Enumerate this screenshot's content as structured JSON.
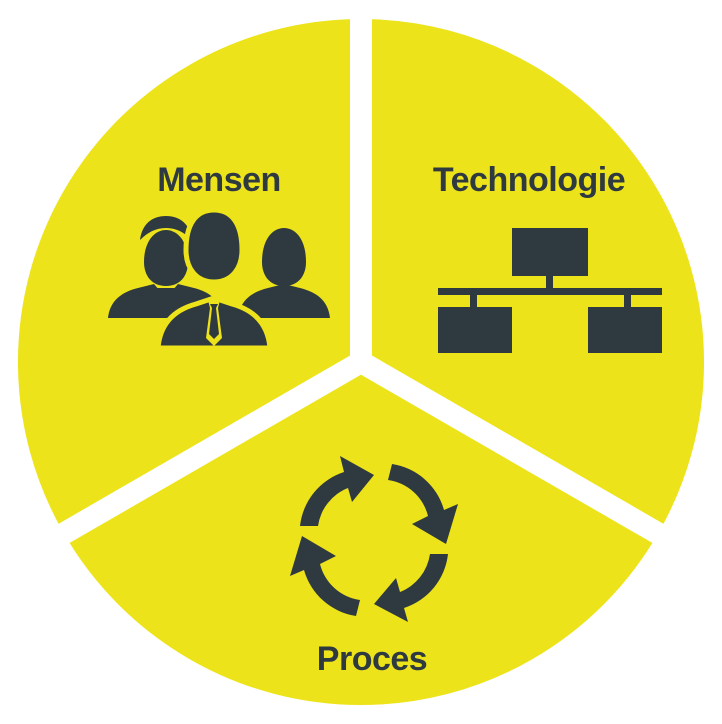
{
  "diagram": {
    "segments": [
      {
        "label": "Mensen",
        "icon": "people-icon"
      },
      {
        "label": "Technologie",
        "icon": "network-hierarchy-icon"
      },
      {
        "label": "Proces",
        "icon": "cycle-arrows-icon"
      }
    ]
  },
  "colors": {
    "segment_fill": "#ede31b",
    "icon_and_text": "#2f3a40",
    "divider": "#ffffff"
  }
}
